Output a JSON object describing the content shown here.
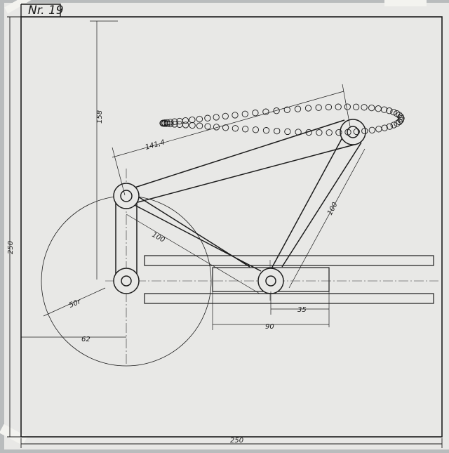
{
  "sheet": {
    "title": "Nr. 19",
    "paper_color": "#e8e8e6",
    "ink_color": "#1c1c1c",
    "tape_color": "#f3f3ef"
  },
  "dimensions": {
    "height_link": "158",
    "diagonal": "141,4",
    "coupler_length": "100",
    "rocker_length": "100",
    "radius": "50r",
    "horizontal_offset": "62",
    "slide_offset": "35",
    "slide_length": "90",
    "sheet_height": "250",
    "sheet_width": "250"
  }
}
